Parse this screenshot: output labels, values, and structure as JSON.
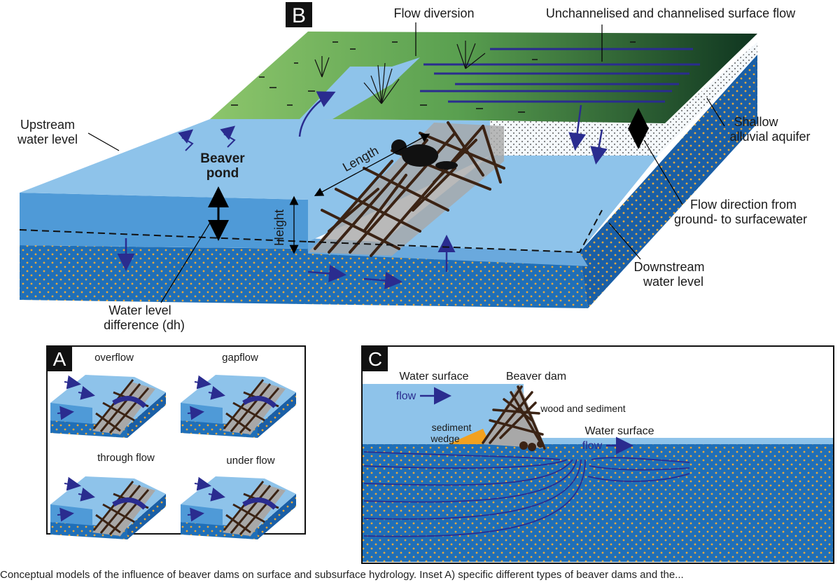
{
  "panel_b": {
    "letter": "B",
    "labels": {
      "flow_diversion": "Flow diversion",
      "surface_flow": "Unchannelised and channelised surface flow",
      "upstream_1": "Upstream",
      "upstream_2": "water level",
      "shallow_1": "Shallow",
      "shallow_2": "alluvial aquifer",
      "beaver_1": "Beaver",
      "beaver_2": "pond",
      "length": "Length",
      "height": "Height",
      "flowdir_1": "Flow direction from",
      "flowdir_2": "ground- to surfacewater",
      "downstream_1": "Downstream",
      "downstream_2": "water level",
      "wld_1": "Water level",
      "wld_2": "difference (dh)"
    }
  },
  "panel_a": {
    "letter": "A",
    "labels": {
      "overflow": "overflow",
      "gapflow": "gapflow",
      "through_flow": "through flow",
      "under_flow": "under flow"
    }
  },
  "panel_c": {
    "letter": "C",
    "labels": {
      "water_surface_left": "Water surface",
      "beaver_dam": "Beaver dam",
      "flow_left": "flow",
      "wood_sediment": "wood and sediment",
      "sediment_1": "sediment",
      "sediment_2": "wedge",
      "water_surface_right": "Water surface",
      "flow_right": "flow"
    }
  },
  "caption": "Conceptual models of the influence of beaver dams on surface and subsurface hydrology. Inset A) specific different types of beaver dams and the..."
}
